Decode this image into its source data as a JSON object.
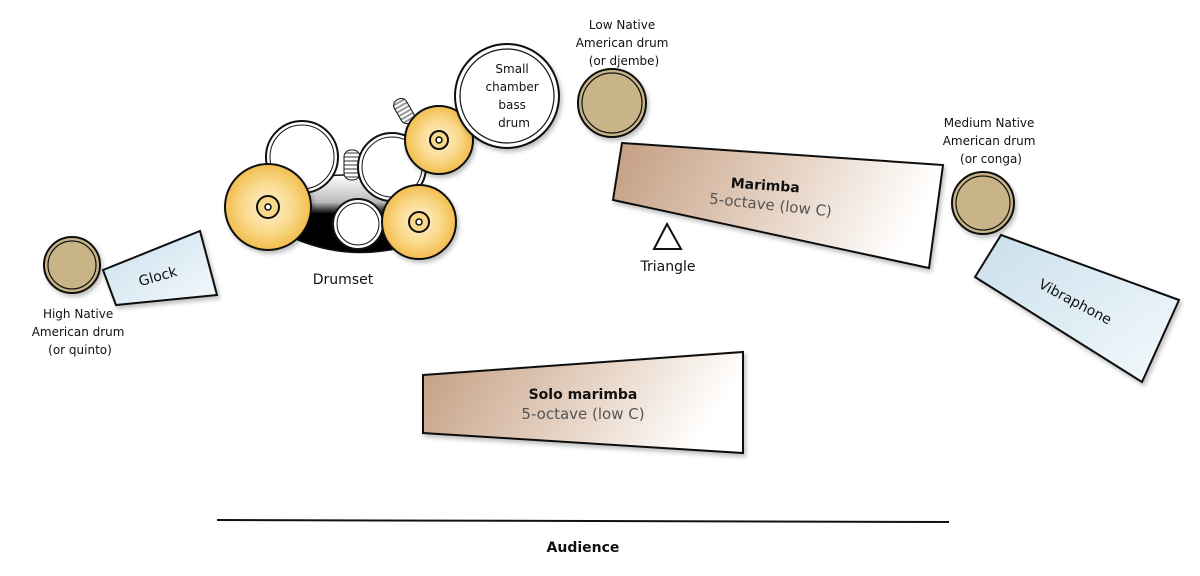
{
  "diagram": {
    "title": "Percussion stage setup",
    "audience_label": "Audience",
    "instruments": {
      "high_drum": {
        "lines": [
          "High Native",
          "American drum",
          "(or quinto)"
        ],
        "type": "hand-drum"
      },
      "glock": {
        "label": "Glock",
        "type": "mallet-keyboard"
      },
      "drumset": {
        "label": "Drumset",
        "type": "drumset"
      },
      "bass_drum": {
        "lines": [
          "Small",
          "chamber",
          "bass",
          "drum"
        ],
        "type": "bass-drum"
      },
      "low_drum": {
        "lines": [
          "Low Native",
          "American drum",
          "(or djembe)"
        ],
        "type": "hand-drum"
      },
      "marimba": {
        "label": "Marimba",
        "sublabel": "5-octave (low C)",
        "type": "mallet-keyboard"
      },
      "triangle": {
        "label": "Triangle",
        "type": "triangle"
      },
      "medium_drum": {
        "lines": [
          "Medium Native",
          "American drum",
          "(or conga)"
        ],
        "type": "hand-drum"
      },
      "vibraphone": {
        "label": "Vibraphone",
        "type": "mallet-keyboard"
      },
      "solo_marimba": {
        "label": "Solo marimba",
        "sublabel": "5-octave (low C)",
        "type": "mallet-keyboard"
      }
    },
    "colors": {
      "hand_drum": "#c8b487",
      "cymbal": "#f5c85a",
      "marimba_dark": "#c9a688",
      "vibe_glock": "#cfe3ef",
      "outline": "#111111"
    }
  }
}
